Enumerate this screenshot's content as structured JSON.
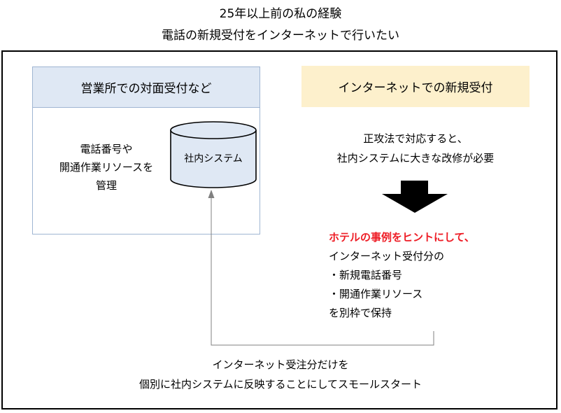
{
  "title": {
    "line1": "25年以上前の私の経験",
    "line2": "電話の新規受付をインターネットで行いたい"
  },
  "left_panel": {
    "header": "営業所での対面受付など",
    "text_lines": [
      "電話番号や",
      "開通作業リソースを",
      "管理"
    ],
    "system_label": "社内システム"
  },
  "right_panel": {
    "header": "インターネットでの新規受付",
    "desc_lines": [
      "正攻法で対応すると、",
      "社内システムに大きな改修が必要"
    ],
    "hint_title": "ホテルの事例をヒントにして、",
    "hint_lines": [
      "インターネット受付分の",
      "・新規電話番号",
      "・開通作業リソース",
      "を別枠で保持"
    ]
  },
  "bottom": {
    "lines": [
      "インターネット受注分だけを",
      "個別に社内システムに反映することにしてスモールスタート"
    ]
  },
  "colors": {
    "left_header_bg": "#dfe8f4",
    "left_border": "#9fb5d2",
    "right_header_bg": "#fdf0cc",
    "cylinder_fill": "#dfe8f4",
    "hint_red": "#ee1c25",
    "arrow": "#000000",
    "connector": "#808080"
  }
}
